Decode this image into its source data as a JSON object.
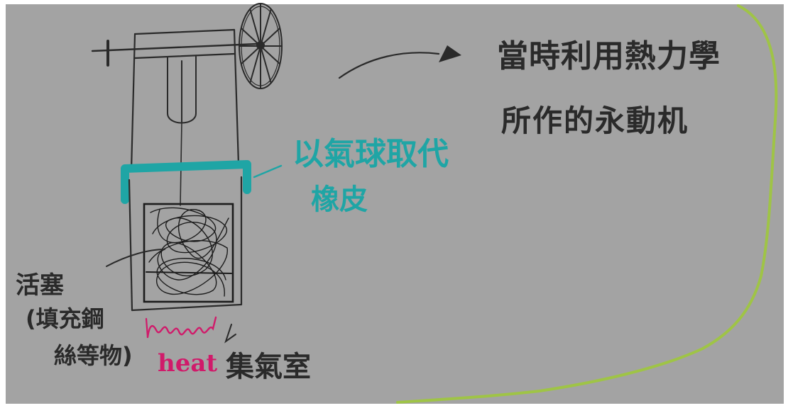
{
  "annotations": {
    "title_line1": "當時利用熱力學",
    "title_line2": "所作的永動机",
    "balloon_line1": "以氣球取代",
    "balloon_line2": "橡皮",
    "piston_line1": "活塞",
    "piston_line2": "(填充鋼",
    "piston_line3": "絲等物)",
    "heat": "heat",
    "gas_chamber": "集氣室"
  },
  "colors": {
    "background": "#a3a3a3",
    "frame": "#ffffff",
    "ink": "#2a2a2a",
    "teal": "#1fa5a5",
    "magenta": "#d01a6a",
    "green_border": "#9fc83c"
  },
  "icons": {
    "flywheel": "flywheel-icon",
    "arrow": "arrow-icon"
  }
}
